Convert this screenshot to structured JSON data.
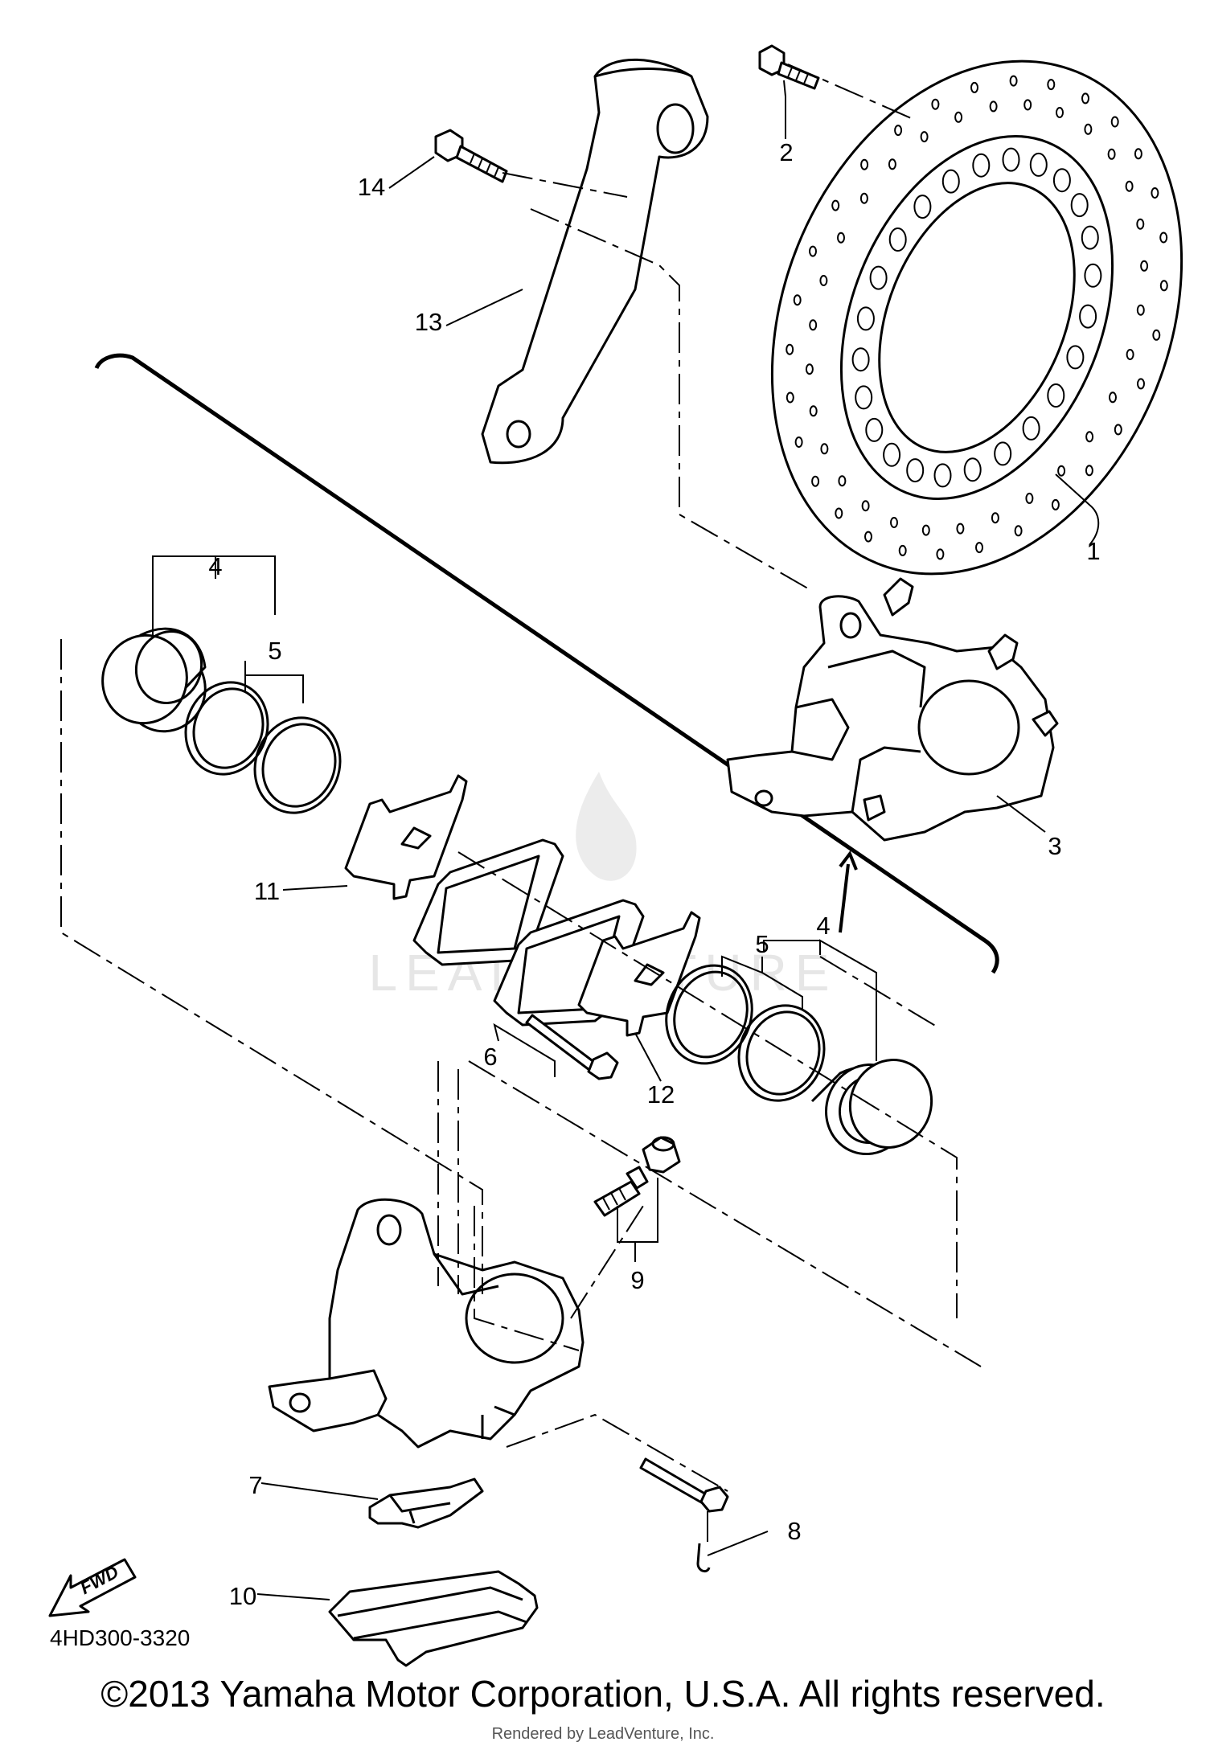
{
  "diagram": {
    "code": "4HD300-3320",
    "fwd_label": "FWD",
    "watermark": "LEADVENTURE",
    "callouts": [
      "1",
      "2",
      "3",
      "4",
      "5",
      "6",
      "7",
      "8",
      "9",
      "10",
      "11",
      "12",
      "13",
      "14"
    ],
    "copyright": "©2013 Yamaha Motor Corporation, U.S.A. All rights reserved.",
    "rendered_by": "Rendered by LeadVenture, Inc."
  }
}
